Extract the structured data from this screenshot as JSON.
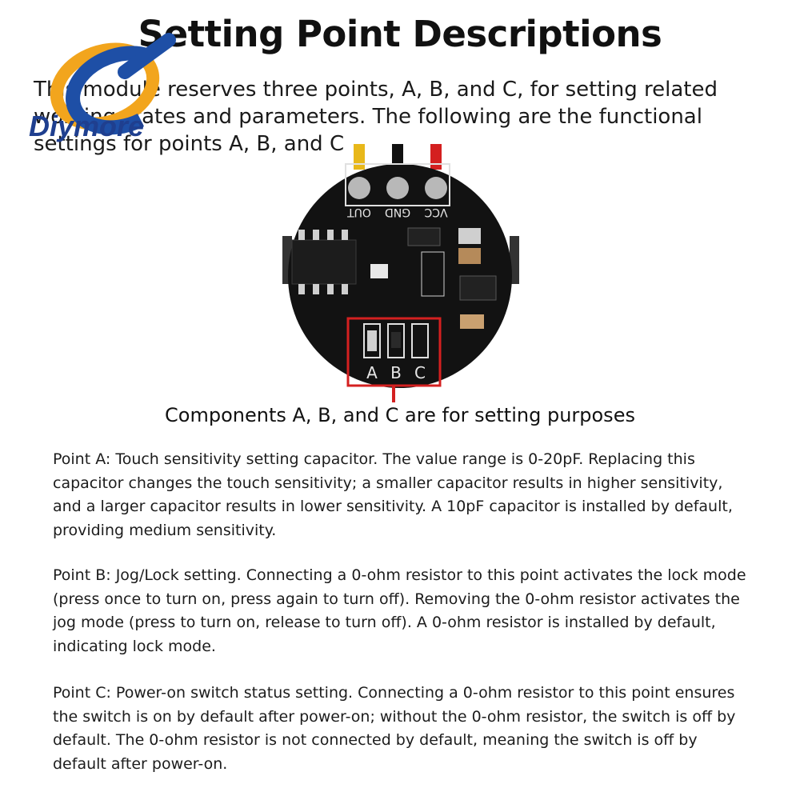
{
  "header": {
    "title": "Setting Point Descriptions",
    "intro": "This module reserves three points, A, B, and C, for setting related working states and parameters. The following are the functional settings for points A, B, and C"
  },
  "logo": {
    "brand": "Diymore"
  },
  "board": {
    "pin_labels": [
      "OUT",
      "GND",
      "VCC"
    ],
    "point_labels": [
      "A",
      "B",
      "C"
    ],
    "highlight_color": "#d42020"
  },
  "caption": "Components A, B, and C are for setting purposes",
  "paragraphs": {
    "point_a": "Point A: Touch sensitivity setting capacitor. The value range is 0-20pF. Replacing this capacitor changes the touch sensitivity; a smaller capacitor results in higher sensitivity, and a larger capacitor results in lower sensitivity. A 10pF capacitor is installed by default, providing medium sensitivity.",
    "point_b": "Point B: Jog/Lock setting. Connecting a 0-ohm resistor to this point activates the lock mode (press once to turn on, press again to turn off). Removing the 0-ohm resistor activates the jog mode (press to turn on, release to turn off). A 0-ohm resistor is installed by default, indicating lock mode.",
    "point_c": "Point C: Power-on switch status setting. Connecting a 0-ohm resistor to this point ensures the switch is on by default after power-on; without the 0-ohm resistor, the switch is off by default. The 0-ohm resistor is not connected by default, meaning the switch is off by default after power-on."
  }
}
